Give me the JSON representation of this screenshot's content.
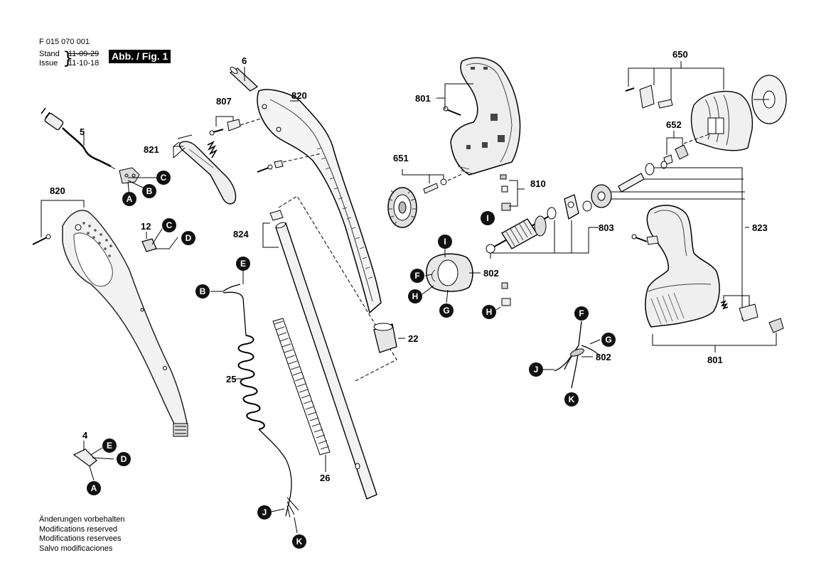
{
  "header": {
    "code": "F 015 070 001",
    "stand_label": "Stand",
    "issue_label": "Issue",
    "stand_date": "11-09-29",
    "issue_date": "11-10-18",
    "figure_label": "Abb. / Fig. 1"
  },
  "footer": [
    "Änderungen vorbehalten",
    "Modifications reserved",
    "Modifications reservees",
    "Salvo modificaciones"
  ],
  "part_numbers": {
    "p6": "6",
    "p820a": "820",
    "p807": "807",
    "p5": "5",
    "p821": "821",
    "p820b": "820",
    "p12": "12",
    "p824": "824",
    "p22": "22",
    "p25": "25",
    "p26": "26",
    "p4": "4",
    "p801a": "801",
    "p651": "651",
    "p810": "810",
    "p803": "803",
    "p802a": "802",
    "p650": "650",
    "p652": "652",
    "p823": "823",
    "p802b": "802",
    "p801b": "801"
  },
  "connectors": {
    "A": "A",
    "B": "B",
    "C": "C",
    "D": "D",
    "E": "E",
    "F": "F",
    "G": "G",
    "H": "H",
    "I": "I",
    "J": "J",
    "K": "K"
  }
}
